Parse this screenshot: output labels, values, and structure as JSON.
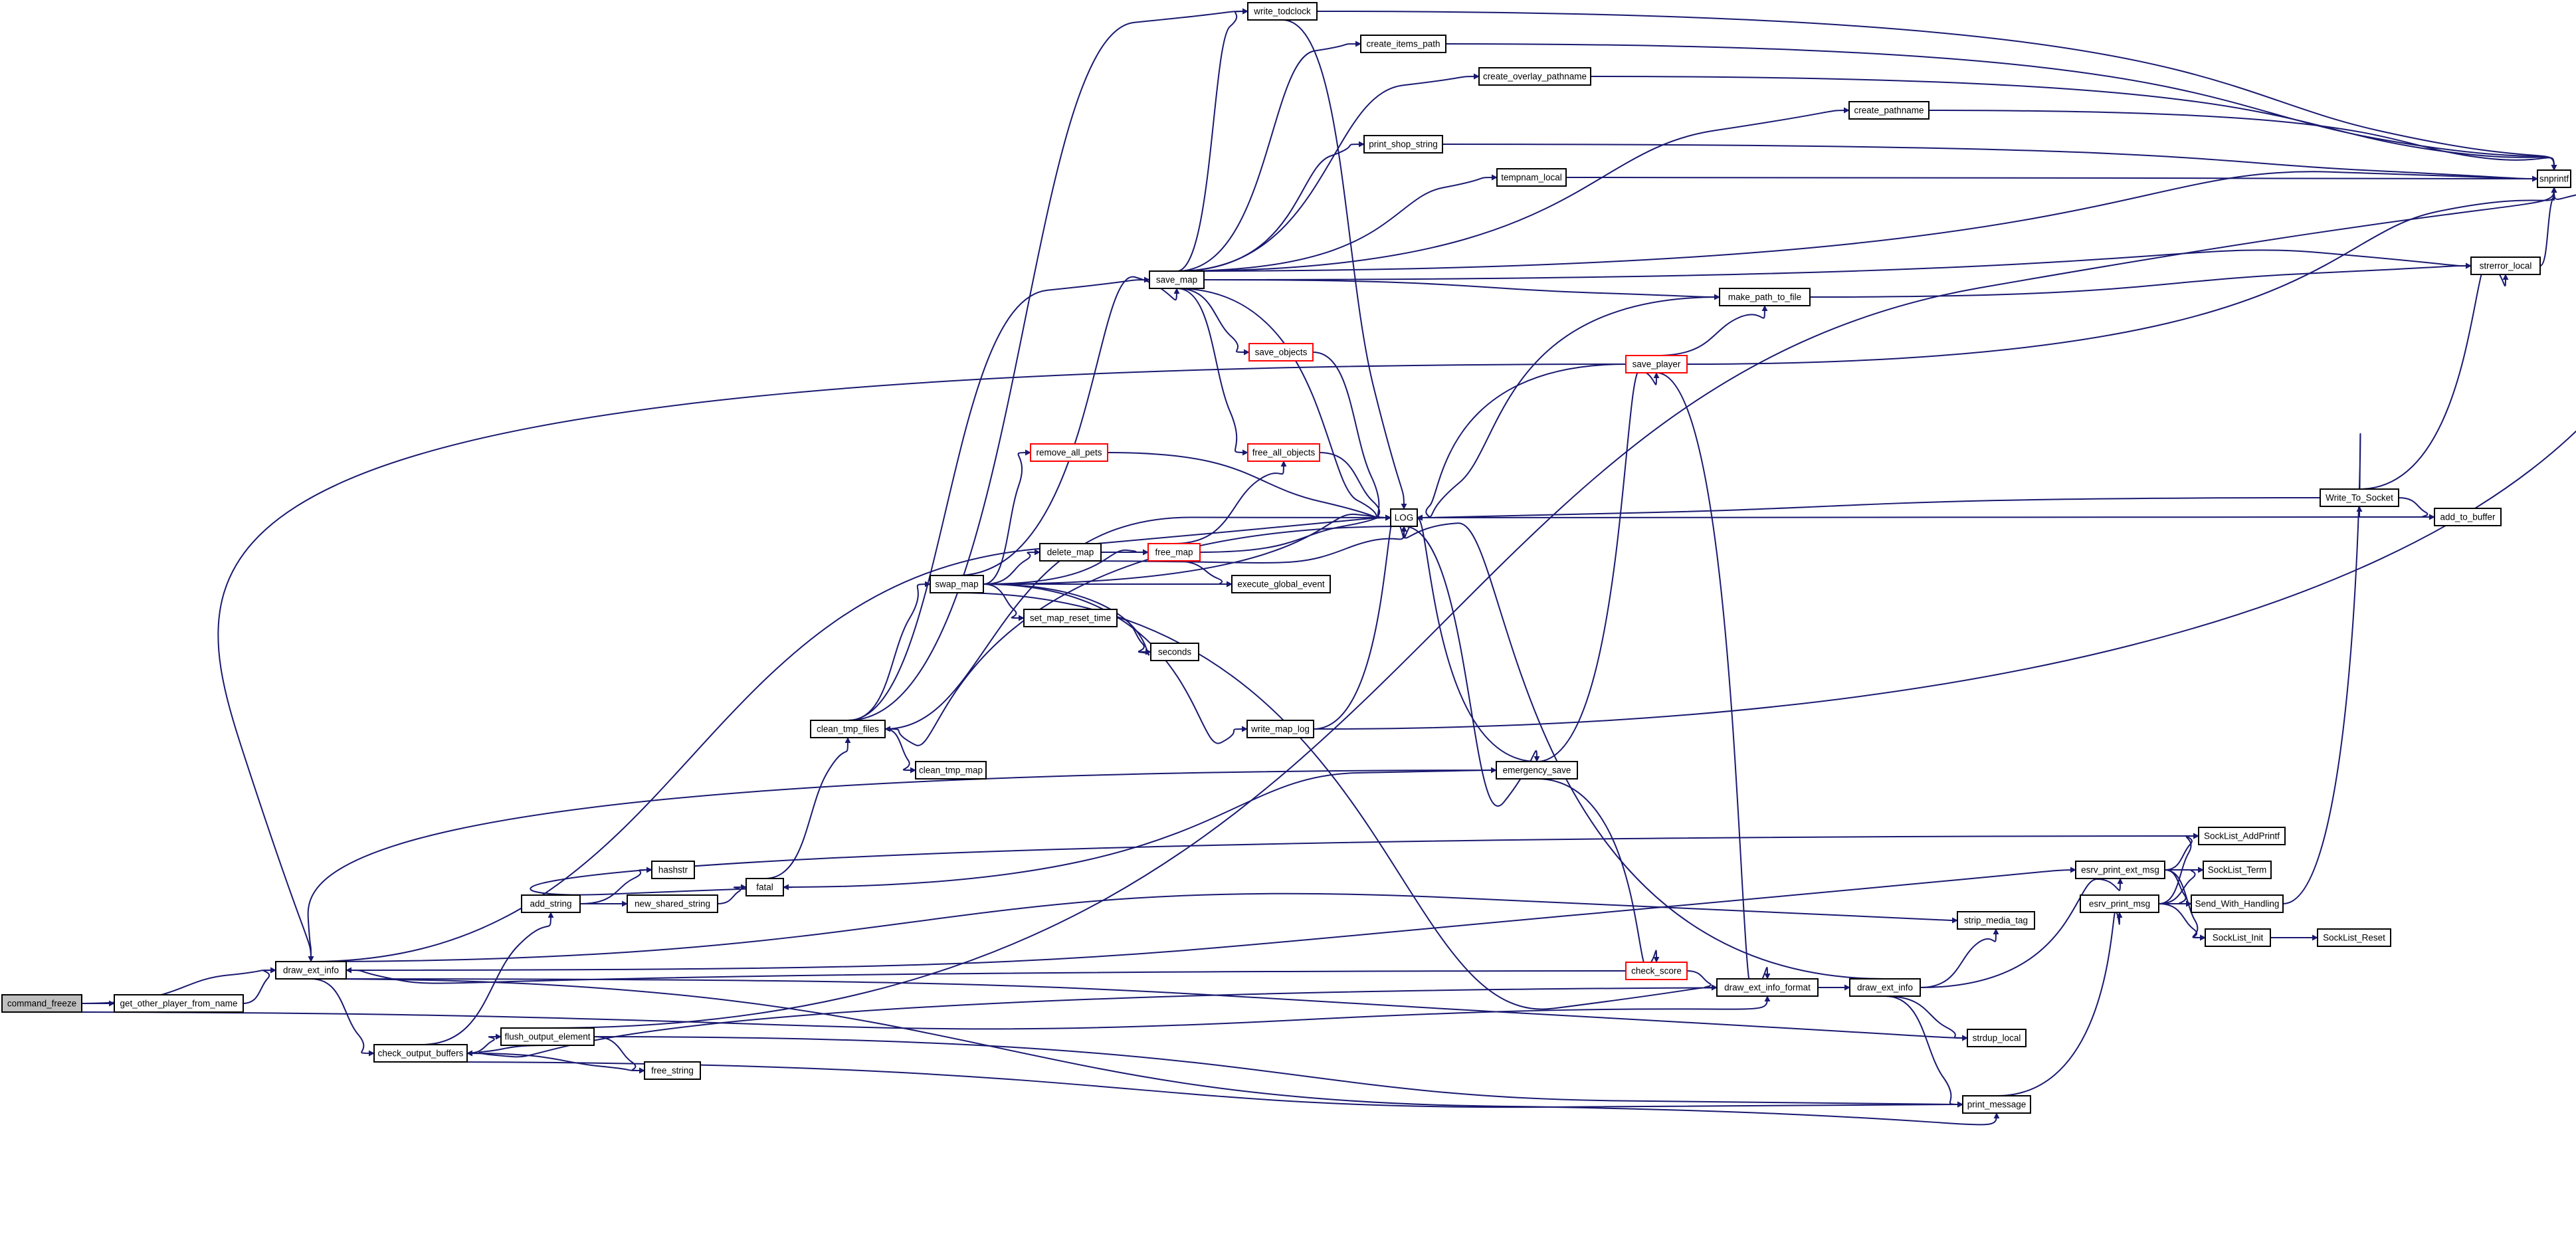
{
  "graph": {
    "type": "call-graph",
    "colors": {
      "edge": "#191970",
      "node_border": "#000000",
      "truncated_node_border": "#ff0000",
      "root_fill": "#bfbfbf",
      "background": "#ffffff"
    },
    "nodes": [
      {
        "id": "command_freeze",
        "label": "command_freeze",
        "style": "root"
      },
      {
        "id": "get_other_player_from_name",
        "label": "get_other_player_from_name"
      },
      {
        "id": "draw_ext_info_a",
        "label": "draw_ext_info"
      },
      {
        "id": "check_output_buffers",
        "label": "check_output_buffers"
      },
      {
        "id": "add_string",
        "label": "add_string"
      },
      {
        "id": "flush_output_element",
        "label": "flush_output_element"
      },
      {
        "id": "hashstr",
        "label": "hashstr"
      },
      {
        "id": "new_shared_string",
        "label": "new_shared_string"
      },
      {
        "id": "free_string",
        "label": "free_string"
      },
      {
        "id": "fatal",
        "label": "fatal"
      },
      {
        "id": "clean_tmp_files",
        "label": "clean_tmp_files"
      },
      {
        "id": "clean_tmp_map",
        "label": "clean_tmp_map"
      },
      {
        "id": "swap_map",
        "label": "swap_map"
      },
      {
        "id": "remove_all_pets",
        "label": "remove_all_pets",
        "style": "partial"
      },
      {
        "id": "delete_map",
        "label": "delete_map"
      },
      {
        "id": "set_map_reset_time",
        "label": "set_map_reset_time"
      },
      {
        "id": "free_map",
        "label": "free_map",
        "style": "partial"
      },
      {
        "id": "seconds",
        "label": "seconds"
      },
      {
        "id": "write_map_log",
        "label": "write_map_log"
      },
      {
        "id": "execute_global_event",
        "label": "execute_global_event"
      },
      {
        "id": "save_map",
        "label": "save_map"
      },
      {
        "id": "save_objects",
        "label": "save_objects",
        "style": "partial"
      },
      {
        "id": "free_all_objects",
        "label": "free_all_objects",
        "style": "partial"
      },
      {
        "id": "write_todclock",
        "label": "write_todclock"
      },
      {
        "id": "create_items_path",
        "label": "create_items_path"
      },
      {
        "id": "create_overlay_pathname",
        "label": "create_overlay_pathname"
      },
      {
        "id": "create_pathname",
        "label": "create_pathname"
      },
      {
        "id": "print_shop_string",
        "label": "print_shop_string"
      },
      {
        "id": "tempnam_local",
        "label": "tempnam_local"
      },
      {
        "id": "LOG",
        "label": "LOG"
      },
      {
        "id": "make_path_to_file",
        "label": "make_path_to_file"
      },
      {
        "id": "save_player",
        "label": "save_player",
        "style": "partial"
      },
      {
        "id": "emergency_save",
        "label": "emergency_save"
      },
      {
        "id": "check_score",
        "label": "check_score",
        "style": "partial"
      },
      {
        "id": "draw_ext_info_format",
        "label": "draw_ext_info_format"
      },
      {
        "id": "draw_ext_info_b",
        "label": "draw_ext_info"
      },
      {
        "id": "strip_media_tag",
        "label": "strip_media_tag"
      },
      {
        "id": "strdup_local",
        "label": "strdup_local"
      },
      {
        "id": "print_message",
        "label": "print_message"
      },
      {
        "id": "esrv_print_ext_msg",
        "label": "esrv_print_ext_msg"
      },
      {
        "id": "esrv_print_msg",
        "label": "esrv_print_msg"
      },
      {
        "id": "SockList_AddPrintf",
        "label": "SockList_AddPrintf"
      },
      {
        "id": "SockList_Term",
        "label": "SockList_Term"
      },
      {
        "id": "Send_With_Handling",
        "label": "Send_With_Handling"
      },
      {
        "id": "SockList_Init",
        "label": "SockList_Init"
      },
      {
        "id": "SockList_Reset",
        "label": "SockList_Reset"
      },
      {
        "id": "Write_To_Socket",
        "label": "Write_To_Socket"
      },
      {
        "id": "add_to_buffer",
        "label": "add_to_buffer"
      },
      {
        "id": "strerror_local",
        "label": "strerror_local"
      },
      {
        "id": "snprintf",
        "label": "snprintf"
      }
    ]
  }
}
